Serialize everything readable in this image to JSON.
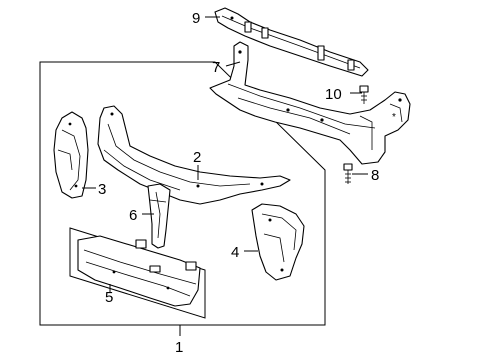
{
  "callouts": {
    "p1": "1",
    "p2": "2",
    "p3": "3",
    "p4": "4",
    "p5": "5",
    "p6": "6",
    "p7": "7",
    "p8": "8",
    "p9": "9",
    "p10": "10"
  }
}
